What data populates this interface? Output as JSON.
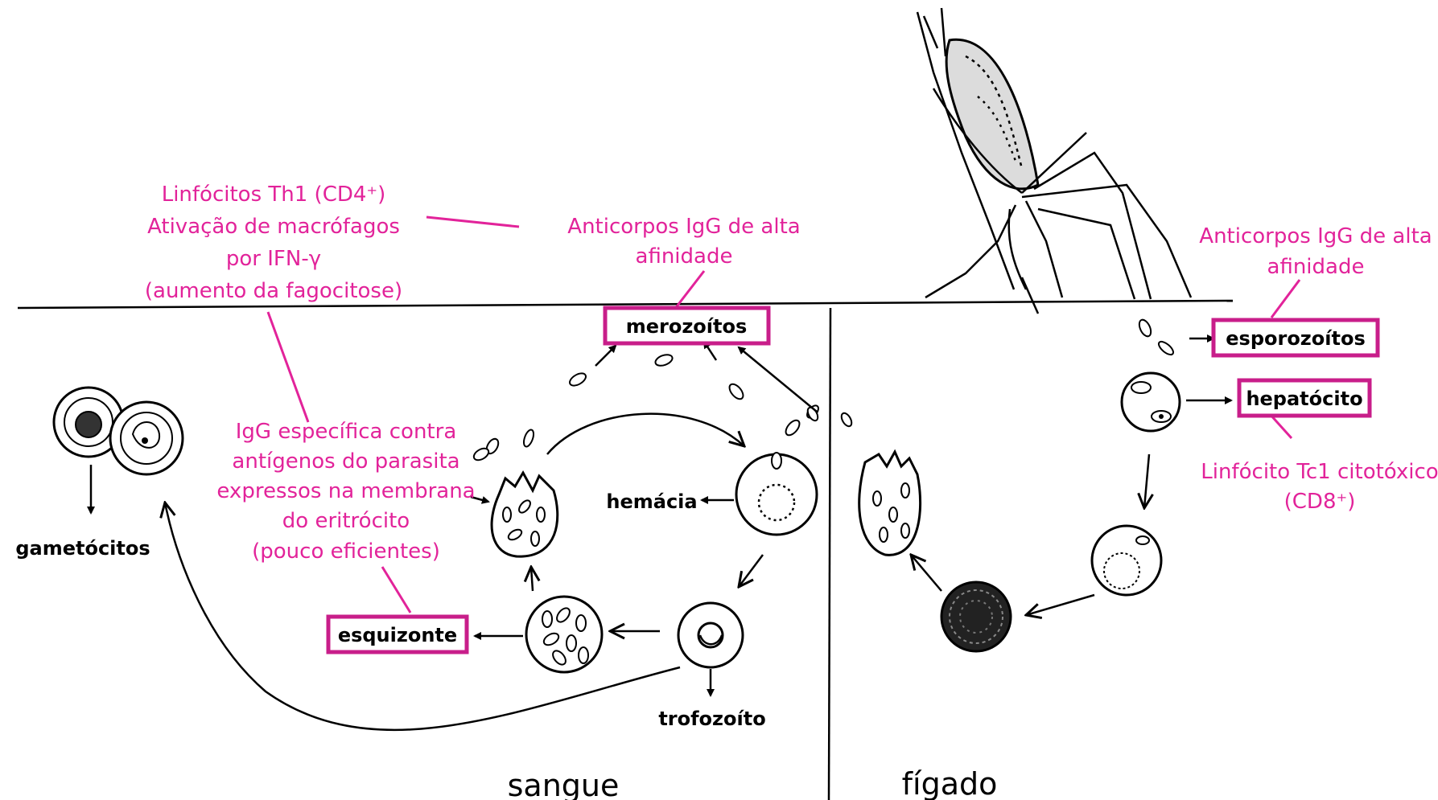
{
  "colors": {
    "annotation": "#e2239a",
    "box_border": "#c81e8a",
    "ink": "#000000"
  },
  "annotations": {
    "th1": [
      "Linfócitos Th1 (CD4⁺)",
      "Ativação de macrófagos",
      "por IFN-γ",
      "(aumento da fagocitose)"
    ],
    "igg_blood": [
      "Anticorpos IgG de alta",
      "afinidade"
    ],
    "igg_liver": [
      "Anticorpos IgG de alta",
      "afinidade"
    ],
    "igg_specific": [
      "IgG específica contra",
      "antígenos do parasita",
      "expressos na membrana",
      "do eritrócito",
      "(pouco eficientes)"
    ],
    "tc1": [
      "Linfócito Tc1 citotóxico",
      "(CD8⁺)"
    ]
  },
  "boxed_labels": {
    "merozoitos": "merozoítos",
    "esporozoitos": "esporozoítos",
    "hepatocito": "hepatócito",
    "esquizonte": "esquizonte"
  },
  "labels": {
    "hemacia": "hemácia",
    "trofozoito": "trofozoíto",
    "gametocitos": "gametócitos"
  },
  "regions": {
    "blood": "sangue",
    "liver": "fígado"
  }
}
